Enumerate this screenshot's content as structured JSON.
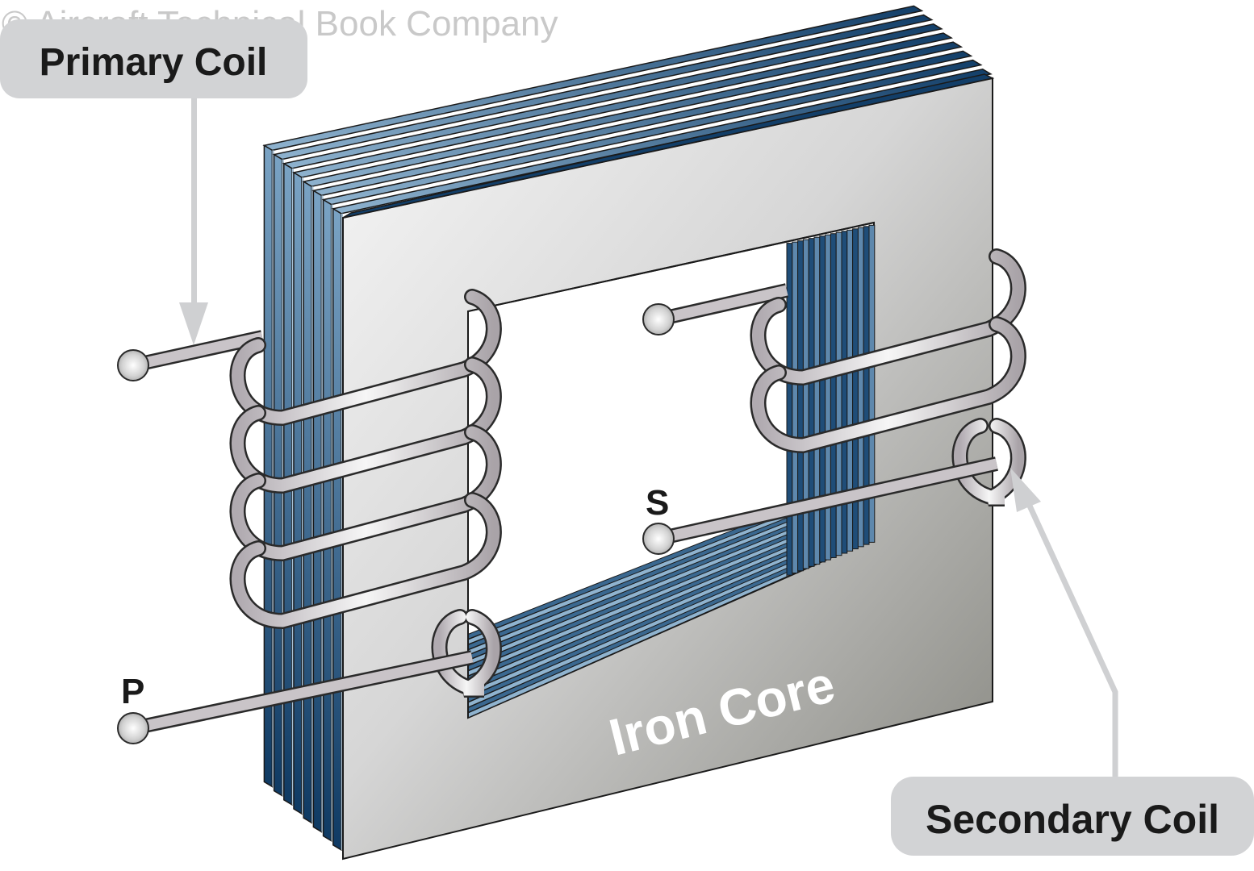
{
  "watermark": "© Aircraft Technical Book Company",
  "callouts": {
    "primary": "Primary Coil",
    "secondary": "Secondary Coil"
  },
  "labels": {
    "primary_terminal": "P",
    "secondary_terminal": "S",
    "core": "Iron Core"
  },
  "components": {
    "core_laminations": 8,
    "primary_turns": 4,
    "secondary_turns": 3
  },
  "colors": {
    "callout_fill": "#d2d3d5",
    "arrow": "#cfd0d2",
    "lamination_dark": "#0f3a63",
    "lamination_light": "#8fb3cf",
    "plate_light": "#f2f2f2",
    "plate_dark": "#8b8b86",
    "wire": "#b7b2b6",
    "text": "#1a1a1a",
    "watermark": "#c9c9c9"
  }
}
